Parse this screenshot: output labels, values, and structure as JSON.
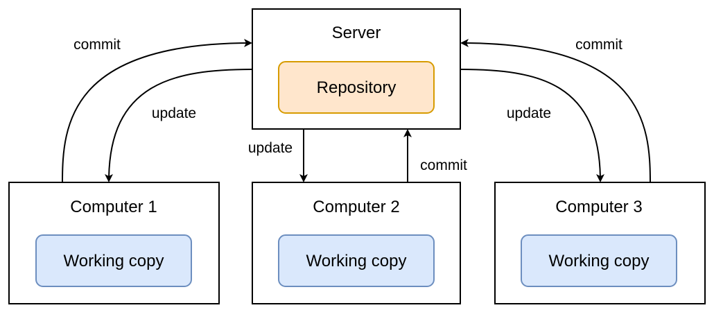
{
  "server": {
    "title": "Server",
    "repository_label": "Repository"
  },
  "computers": [
    {
      "title": "Computer 1",
      "working_copy_label": "Working copy"
    },
    {
      "title": "Computer 2",
      "working_copy_label": "Working copy"
    },
    {
      "title": "Computer 3",
      "working_copy_label": "Working copy"
    }
  ],
  "edges": {
    "c1_commit": "commit",
    "c1_update": "update",
    "c2_update": "update",
    "c2_commit": "commit",
    "c3_commit": "commit",
    "c3_update": "update"
  },
  "colors": {
    "repository_fill": "#ffe6cc",
    "repository_stroke": "#d79b00",
    "working_copy_fill": "#dae8fc",
    "working_copy_stroke": "#6c8ebf",
    "box_stroke": "#000000"
  }
}
